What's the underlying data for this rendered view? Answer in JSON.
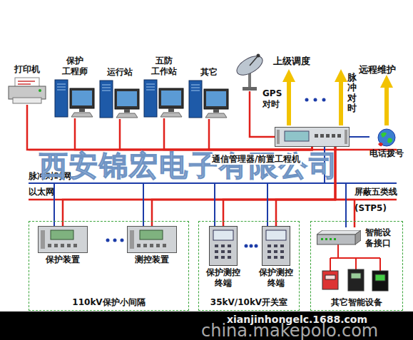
{
  "diagram": {
    "nodes": [
      {
        "text": [
          "打印机"
        ]
      },
      {
        "text": [
          "保护 工程师"
        ]
      },
      {
        "text": [
          "运行站"
        ]
      },
      {
        "text": [
          "五防 工作站"
        ]
      },
      {
        "text": [
          "其它"
        ]
      },
      {
        "text": [
          "通信管理器/前置工程机"
        ]
      },
      {
        "text": [
          "GPS 对时"
        ]
      },
      {
        "text": [
          "电话拨号"
        ]
      },
      {
        "text": [
          "110kV保护小间隔"
        ]
      },
      {
        "text": [
          "保护装置"
        ],
        "in": 8
      },
      {
        "text": [
          "测控装置"
        ],
        "in": 8
      },
      {
        "text": [
          "35kV/10kV开关室"
        ]
      },
      {
        "text": [
          "保护测控 终端"
        ],
        "in": 11
      },
      {
        "text": [
          "保护测控 终端"
        ],
        "in": 11
      },
      {
        "text": [
          "其它智能设备"
        ]
      },
      {
        "text": [
          "智能设 备接口"
        ],
        "in": 14
      }
    ],
    "edges": [
      {
        "from": 0,
        "to": 5,
        "arrow": "none"
      },
      {
        "from": 1,
        "to": 5,
        "arrow": "none"
      },
      {
        "from": 2,
        "to": 5,
        "arrow": "none"
      },
      {
        "from": 3,
        "to": 5,
        "arrow": "none"
      },
      {
        "from": 4,
        "to": 5,
        "arrow": "none"
      },
      {
        "from": 6,
        "to": 5,
        "arrow": "none"
      },
      {
        "from": 5,
        "to": 7,
        "arrow": "none"
      },
      {
        "from": 9,
        "to": 5,
        "arrow": "none"
      },
      {
        "from": 10,
        "to": 5,
        "arrow": "none"
      },
      {
        "from": 12,
        "to": 5,
        "arrow": "none"
      },
      {
        "from": 13,
        "to": 5,
        "arrow": "none"
      },
      {
        "from": 15,
        "to": 5,
        "arrow": "none"
      }
    ],
    "labels": [
      "上级调度",
      "脉冲对时",
      "远程维护",
      "脉冲对时网",
      "以太网",
      "屏蔽五类线 (STP5)",
      "西安锦宏电子有限公司",
      "xianjinhongelc.1688.com",
      "china.makepolo.com"
    ]
  }
}
